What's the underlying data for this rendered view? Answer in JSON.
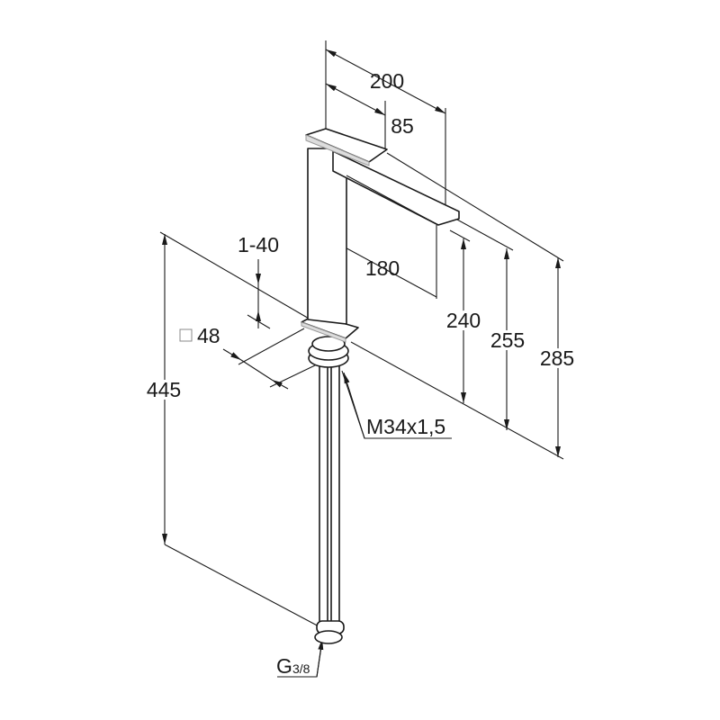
{
  "drawing": {
    "title": "Tall basin mixer dimension drawing",
    "dimensions": {
      "overall_reach": "200",
      "lever_length": "85",
      "spout_reach": "180",
      "deck_thickness": "1-40",
      "base_size": "48",
      "total_height": "445",
      "spout_outlet_height": "240",
      "spout_top_height": "255",
      "lever_height": "285",
      "thread": "M34x1,5",
      "connection": "G",
      "connection_fraction": "3/8"
    },
    "base_symbol": "square-icon"
  }
}
